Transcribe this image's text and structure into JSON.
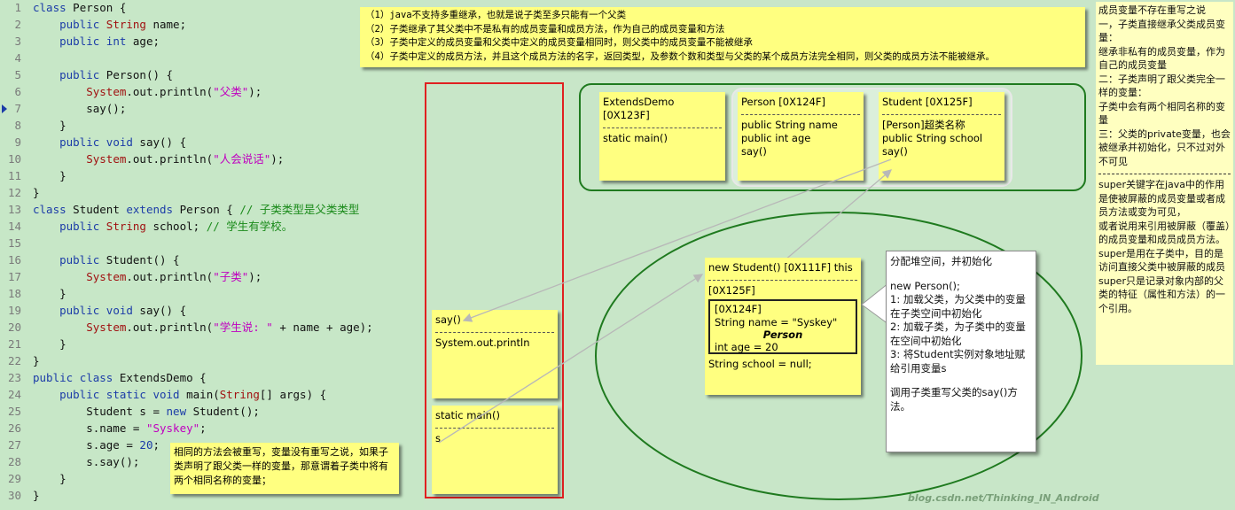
{
  "editor": {
    "lines": [
      {
        "n": "1",
        "tokens": [
          {
            "t": "class",
            "c": "kw"
          },
          {
            "t": " Person {",
            "c": ""
          }
        ]
      },
      {
        "n": "2",
        "tokens": [
          {
            "t": "    ",
            "c": ""
          },
          {
            "t": "public",
            "c": "kw"
          },
          {
            "t": " ",
            "c": ""
          },
          {
            "t": "String",
            "c": "ty"
          },
          {
            "t": " name;",
            "c": ""
          }
        ]
      },
      {
        "n": "3",
        "tokens": [
          {
            "t": "    ",
            "c": ""
          },
          {
            "t": "public",
            "c": "kw"
          },
          {
            "t": " ",
            "c": ""
          },
          {
            "t": "int",
            "c": "kw"
          },
          {
            "t": " age;",
            "c": ""
          }
        ]
      },
      {
        "n": "4",
        "tokens": []
      },
      {
        "n": "5",
        "tokens": [
          {
            "t": "    ",
            "c": ""
          },
          {
            "t": "public",
            "c": "kw"
          },
          {
            "t": " Person() {",
            "c": ""
          }
        ]
      },
      {
        "n": "6",
        "tokens": [
          {
            "t": "        ",
            "c": ""
          },
          {
            "t": "System",
            "c": "ty"
          },
          {
            "t": ".out.println(",
            "c": ""
          },
          {
            "t": "\"父类\"",
            "c": "str"
          },
          {
            "t": ");",
            "c": ""
          }
        ]
      },
      {
        "n": "7",
        "tokens": [
          {
            "t": "        say();",
            "c": ""
          }
        ]
      },
      {
        "n": "8",
        "tokens": [
          {
            "t": "    }",
            "c": ""
          }
        ]
      },
      {
        "n": "9",
        "tokens": [
          {
            "t": "    ",
            "c": ""
          },
          {
            "t": "public",
            "c": "kw"
          },
          {
            "t": " ",
            "c": ""
          },
          {
            "t": "void",
            "c": "kw"
          },
          {
            "t": " say() {",
            "c": ""
          }
        ]
      },
      {
        "n": "10",
        "tokens": [
          {
            "t": "        ",
            "c": ""
          },
          {
            "t": "System",
            "c": "ty"
          },
          {
            "t": ".out.println(",
            "c": ""
          },
          {
            "t": "\"人会说话\"",
            "c": "str"
          },
          {
            "t": ");",
            "c": ""
          }
        ]
      },
      {
        "n": "11",
        "tokens": [
          {
            "t": "    }",
            "c": ""
          }
        ]
      },
      {
        "n": "12",
        "tokens": [
          {
            "t": "}",
            "c": ""
          }
        ]
      },
      {
        "n": "13",
        "tokens": [
          {
            "t": "class",
            "c": "kw"
          },
          {
            "t": " Student ",
            "c": ""
          },
          {
            "t": "extends",
            "c": "kw"
          },
          {
            "t": " Person { ",
            "c": ""
          },
          {
            "t": "// 子类类型是父类类型",
            "c": "cm"
          }
        ]
      },
      {
        "n": "14",
        "tokens": [
          {
            "t": "    ",
            "c": ""
          },
          {
            "t": "public",
            "c": "kw"
          },
          {
            "t": " ",
            "c": ""
          },
          {
            "t": "String",
            "c": "ty"
          },
          {
            "t": " school; ",
            "c": ""
          },
          {
            "t": "// 学生有学校。",
            "c": "cm"
          }
        ]
      },
      {
        "n": "15",
        "tokens": []
      },
      {
        "n": "16",
        "tokens": [
          {
            "t": "    ",
            "c": ""
          },
          {
            "t": "public",
            "c": "kw"
          },
          {
            "t": " Student() {",
            "c": ""
          }
        ]
      },
      {
        "n": "17",
        "tokens": [
          {
            "t": "        ",
            "c": ""
          },
          {
            "t": "System",
            "c": "ty"
          },
          {
            "t": ".out.println(",
            "c": ""
          },
          {
            "t": "\"子类\"",
            "c": "str"
          },
          {
            "t": ");",
            "c": ""
          }
        ]
      },
      {
        "n": "18",
        "tokens": [
          {
            "t": "    }",
            "c": ""
          }
        ]
      },
      {
        "n": "19",
        "tokens": [
          {
            "t": "    ",
            "c": ""
          },
          {
            "t": "public",
            "c": "kw"
          },
          {
            "t": " ",
            "c": ""
          },
          {
            "t": "void",
            "c": "kw"
          },
          {
            "t": " say() {",
            "c": ""
          }
        ]
      },
      {
        "n": "20",
        "tokens": [
          {
            "t": "        ",
            "c": ""
          },
          {
            "t": "System",
            "c": "ty"
          },
          {
            "t": ".out.println(",
            "c": ""
          },
          {
            "t": "\"学生说: \"",
            "c": "str"
          },
          {
            "t": " + name + age);",
            "c": ""
          }
        ]
      },
      {
        "n": "21",
        "tokens": [
          {
            "t": "    }",
            "c": ""
          }
        ]
      },
      {
        "n": "22",
        "tokens": [
          {
            "t": "}",
            "c": ""
          }
        ]
      },
      {
        "n": "23",
        "tokens": [
          {
            "t": "public",
            "c": "kw"
          },
          {
            "t": " ",
            "c": ""
          },
          {
            "t": "class",
            "c": "kw"
          },
          {
            "t": " ExtendsDemo {",
            "c": ""
          }
        ]
      },
      {
        "n": "24",
        "tokens": [
          {
            "t": "    ",
            "c": ""
          },
          {
            "t": "public",
            "c": "kw"
          },
          {
            "t": " ",
            "c": ""
          },
          {
            "t": "static",
            "c": "kw"
          },
          {
            "t": " ",
            "c": ""
          },
          {
            "t": "void",
            "c": "kw"
          },
          {
            "t": " main(",
            "c": ""
          },
          {
            "t": "String",
            "c": "ty"
          },
          {
            "t": "[] args) {",
            "c": ""
          }
        ]
      },
      {
        "n": "25",
        "tokens": [
          {
            "t": "        Student s = ",
            "c": ""
          },
          {
            "t": "new",
            "c": "kw"
          },
          {
            "t": " Student();",
            "c": ""
          }
        ]
      },
      {
        "n": "26",
        "tokens": [
          {
            "t": "        s.name = ",
            "c": ""
          },
          {
            "t": "\"Syskey\"",
            "c": "str"
          },
          {
            "t": ";",
            "c": ""
          }
        ]
      },
      {
        "n": "27",
        "tokens": [
          {
            "t": "        s.age = ",
            "c": ""
          },
          {
            "t": "20",
            "c": "kw"
          },
          {
            "t": ";",
            "c": ""
          }
        ]
      },
      {
        "n": "28",
        "tokens": [
          {
            "t": "        s.say();",
            "c": ""
          }
        ]
      },
      {
        "n": "29",
        "tokens": [
          {
            "t": "    }",
            "c": ""
          }
        ]
      },
      {
        "n": "30",
        "tokens": [
          {
            "t": "}",
            "c": ""
          }
        ]
      }
    ]
  },
  "notes": {
    "top_rules": [
      "（1）java不支持多重继承，也就是说子类至多只能有一个父类",
      "（2）子类继承了其父类中不是私有的成员变量和成员方法，作为自己的成员变量和方法",
      "（3）子类中定义的成员变量和父类中定义的成员变量相同时，则父类中的成员变量不能被继承",
      "（4）子类中定义的成员方法，并且这个成员方法的名字，返回类型，及参数个数和类型与父类的某个成员方法完全相同，则父类的成员方法不能被继承。"
    ],
    "code_note": "相同的方法会被重写，变量没有重写之说，如果子类声明了跟父类一样的变量，那意谓着子类中将有两个相同名称的变量；",
    "heap_note": {
      "line1": "分配堆空间，并初始化",
      "line2": "new Person();",
      "line3": "1: 加载父类，为父类中的变量在子类空间中初始化",
      "line4": "2: 加载子类，为子类中的变量在空间中初始化",
      "line5": "3: 将Student实例对象地址赋给引用变量s",
      "line6": "调用子类重写父类的say()方法。"
    },
    "right_panel": {
      "p1": "成员变量不存在重写之说",
      "p2": "一，子类直接继承父类成员变量：",
      "p3": "继承非私有的成员变量，作为自己的成员变量",
      "p4": "二：子类声明了跟父类完全一样的变量：",
      "p5": "子类中会有两个相同名称的变量",
      "p6": "三：父类的private变量，也会被继承并初始化，只不过对外不可见",
      "p7": "super关键字在java中的作用是使被屏蔽的成员变量或者成员方法或变为可见，",
      "p8": "或者说用来引用被屏蔽（覆盖）的成员变量和成员成员方法。super是用在子类中，目的是访问直接父类中被屏蔽的成员",
      "p9": "super只是记录对象内部的父类的特征（属性和方法）的一个引用。"
    }
  },
  "stack": {
    "say_frame": {
      "title": "say()",
      "body": "System.out.println"
    },
    "main_frame": {
      "title": "static main()",
      "body": "s"
    }
  },
  "method_area": {
    "extends_demo": {
      "title": "ExtendsDemo [0X123F]",
      "body": "static main()"
    },
    "person": {
      "title": "Person [0X124F]",
      "l1": "public String name",
      "l2": "public int age",
      "l3": "say()"
    },
    "student": {
      "title": "Student [0X125F]",
      "l1": "[Person]超类名称",
      "l2": "public String school",
      "l3": "say()"
    }
  },
  "heap": {
    "object": {
      "title": "new Student() [0X111F] this",
      "class_ref": "[0X125F]",
      "inner_ref": "[0X124F]",
      "inner_name": "String name = \"Syskey\"",
      "inner_label": "Person",
      "inner_age": "int age = 20",
      "school": "String school = null;"
    }
  },
  "watermark": "blog.csdn.net/Thinking_IN_Android"
}
